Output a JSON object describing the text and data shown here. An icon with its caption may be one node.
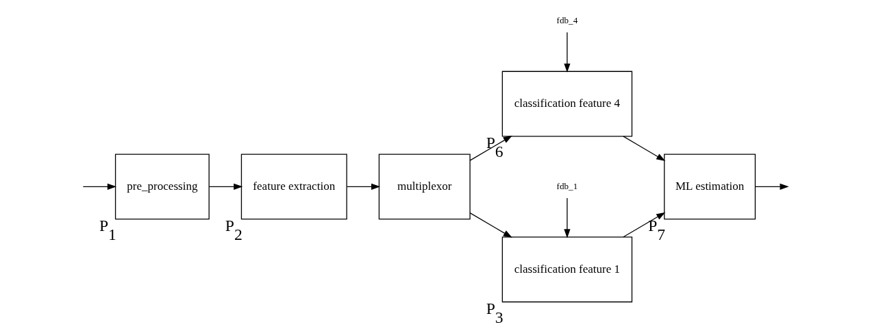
{
  "diagram": {
    "nodes": [
      {
        "text": [
          "pre_processing"
        ],
        "beside": [
          "P$_{1}$"
        ]
      },
      {
        "text": [
          "feature extraction"
        ],
        "beside": [
          "P$_{2}$"
        ]
      },
      {
        "text": [
          "multiplexor"
        ]
      },
      {
        "text": [
          "classification feature 1"
        ],
        "beside": [
          "P$_{3}$"
        ]
      },
      {
        "text": [
          "classification feature 4"
        ],
        "beside": [
          "P$_{6}$"
        ]
      },
      {
        "text": [
          "ML estimation"
        ],
        "beside": [
          "P$_{7}$"
        ]
      },
      {
        "text": [
          "fdb_1"
        ]
      },
      {
        "text": [
          "fdb_4"
        ]
      }
    ],
    "edges": [
      {
        "from": null,
        "to": 0,
        "arrow": "to"
      },
      {
        "from": 0,
        "to": 1,
        "arrow": "to"
      },
      {
        "from": 1,
        "to": 2,
        "arrow": "to"
      },
      {
        "from": 2,
        "to": 3,
        "arrow": "to"
      },
      {
        "from": 2,
        "to": 4,
        "arrow": "to"
      },
      {
        "from": 3,
        "to": 5,
        "arrow": "to"
      },
      {
        "from": 4,
        "to": 5,
        "arrow": "to"
      },
      {
        "from": 5,
        "to": null,
        "arrow": "to"
      },
      {
        "from": 6,
        "to": 3,
        "arrow": "to"
      },
      {
        "from": 7,
        "to": 4,
        "arrow": "to"
      }
    ]
  }
}
